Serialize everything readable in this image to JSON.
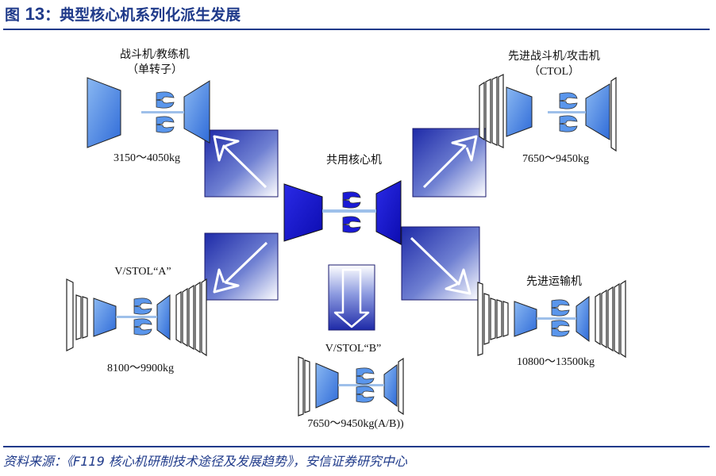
{
  "figure": {
    "label": "图",
    "number": "13",
    "separator": "：",
    "title": "典型核心机系列化派生发展"
  },
  "source": "资料来源：《F119 核心机研制技术途径及发展趋势》，安信证券研究中心",
  "colors": {
    "brand": "#1f3a8a",
    "core_blue": "#1a1ad6",
    "engine_blue": "#5a96ec",
    "arrow_blue": "#1e2aa8",
    "shaft": "#9ec0ea"
  },
  "engines": {
    "core": {
      "title": "共用核心机"
    },
    "fighter": {
      "title": "战斗机/教练机",
      "subtitle": "（单转子）",
      "weight": "3150～4050kg"
    },
    "ctol": {
      "title": "先进战斗机/攻击机",
      "subtitle": "（CTOL）",
      "weight": "7650～9450kg"
    },
    "vstol_a": {
      "title": "V/STOL“A”",
      "weight": "8100～9900kg"
    },
    "vstol_b": {
      "title": "V/STOL“B”",
      "weight": "7650～9450kg(A/B))"
    },
    "transport": {
      "title": "先进运输机",
      "weight": "10800～13500kg"
    }
  }
}
